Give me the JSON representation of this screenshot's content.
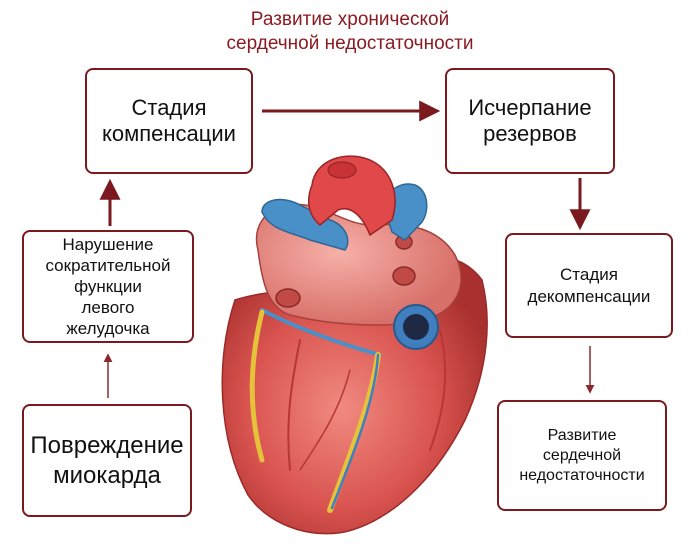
{
  "title": {
    "line1": "Развитие хронической",
    "line2": "сердечной недостаточности"
  },
  "boxes": {
    "compensation": {
      "line1": "Стадия",
      "line2": "компенсации"
    },
    "exhaustion": {
      "line1": "Исчерпание",
      "line2": "резервов"
    },
    "decompensation": {
      "line1": "Стадия",
      "line2": "декомпенсации"
    },
    "heart_failure": {
      "line1": "Развитие",
      "line2": "сердечной",
      "line3": "недостаточности"
    },
    "contractility": {
      "line1": "Нарушение",
      "line2": "сократительной",
      "line3": "функции",
      "line4": "левого",
      "line5": "желудочка"
    },
    "damage": {
      "line1": "Повреждение",
      "line2": "миокарда"
    }
  },
  "colors": {
    "title": "#8a1a22",
    "border": "#7a1a1f",
    "arrow": "#7a1a1f",
    "heart": "#d9534f",
    "vessel": "#4a90c8"
  },
  "icons": [
    "heart-illustration",
    "arrow-icon"
  ]
}
